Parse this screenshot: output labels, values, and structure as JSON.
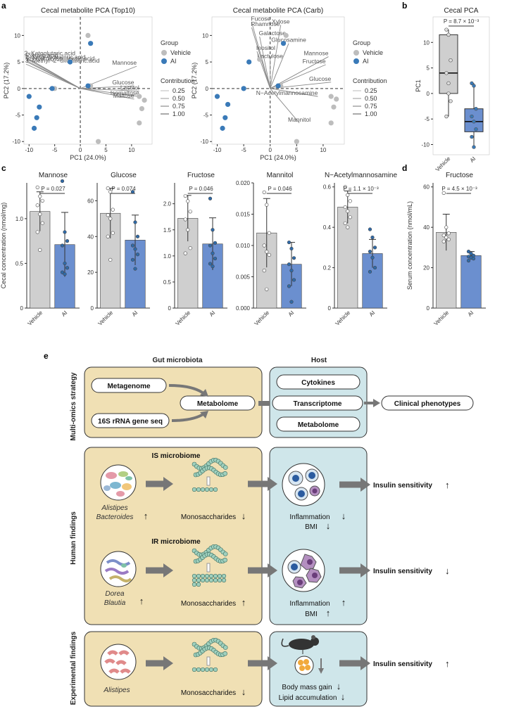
{
  "panels": {
    "a": "a",
    "b": "b",
    "c": "c",
    "d": "d",
    "e": "e"
  },
  "colors": {
    "vehicle": "#bdbdbd",
    "ai": "#3a7ab8",
    "bar_vehicle": "#cfcfcf",
    "bar_ai": "#6b8fcf",
    "microbiota_bg": "#f0e0b4",
    "host_bg": "#cfe6ea"
  },
  "chart_data": [
    {
      "type": "scatter",
      "title": "Cecal metabolite PCA (Top10)",
      "xlabel": "PC1 (24.0%)",
      "ylabel": "PC2 (17.2%)",
      "xlim": [
        -11,
        14
      ],
      "ylim": [
        -10.5,
        13.5
      ],
      "xticks": [
        "-10",
        "-5",
        "0",
        "5",
        "10"
      ],
      "yticks": [
        "10",
        "5",
        "0",
        "-5",
        "-10"
      ],
      "series": [
        {
          "name": "Vehicle",
          "points": [
            [
              1.5,
              10
            ],
            [
              -3,
              5.5
            ],
            [
              -5,
              0
            ],
            [
              2,
              0.5
            ],
            [
              11.5,
              -1.5
            ],
            [
              12.5,
              -2.2
            ],
            [
              12,
              -3.8
            ],
            [
              11.5,
              -6.5
            ],
            [
              3.5,
              -10
            ]
          ]
        },
        {
          "name": "AI",
          "points": [
            [
              -2,
              5
            ],
            [
              2,
              8.5
            ],
            [
              -5.5,
              0
            ],
            [
              -10,
              -1.5
            ],
            [
              -8,
              -3.5
            ],
            [
              -8.5,
              -5.5
            ],
            [
              -9,
              -7.5
            ],
            [
              1.5,
              0.5
            ]
          ]
        }
      ],
      "loadings": [
        {
          "label": "2−Ketoglutaric.acid",
          "x": -10.8,
          "y": 6
        },
        {
          "label": "Pyruvic acid",
          "x": -10.5,
          "y": 5.6
        },
        {
          "label": "2−Keto−isovaleric.acid",
          "x": -10.6,
          "y": 5.3
        },
        {
          "label": "2−Hydroxyisocaproic.acid",
          "x": -10.4,
          "y": 5.0
        },
        {
          "label": "3−Methyl−2−oxovaleric.acid",
          "x": -10.6,
          "y": 4.6
        },
        {
          "label": "Mannose",
          "x": 11,
          "y": 4.2
        },
        {
          "label": "Glucose",
          "x": 10.5,
          "y": 0.5
        },
        {
          "label": "Lactitol",
          "x": 11.5,
          "y": -0.5
        },
        {
          "label": "Isomaltose",
          "x": 11.5,
          "y": -1.5
        },
        {
          "label": "Maltose",
          "x": 10.5,
          "y": -2.0
        }
      ],
      "legend": {
        "title": "Group",
        "items": [
          "Vehicle",
          "AI"
        ],
        "contrib_title": "Contribution",
        "contrib": [
          "0.25",
          "0.50",
          "0.75",
          "1.00"
        ]
      }
    },
    {
      "type": "scatter",
      "title": "Cecal metabolite PCA (Carb)",
      "xlabel": "PC1 (24.0%)",
      "ylabel": "PC2 (17.2%)",
      "xlim": [
        -11,
        14
      ],
      "ylim": [
        -10.5,
        13.5
      ],
      "xticks": [
        "-10",
        "-5",
        "0",
        "5",
        "10"
      ],
      "yticks": [
        "10",
        "5",
        "0",
        "-5",
        "-10"
      ],
      "series": [
        {
          "name": "Vehicle",
          "points": [
            [
              3,
              10
            ],
            [
              -2,
              5.5
            ],
            [
              -5,
              0
            ],
            [
              2,
              0.5
            ],
            [
              11.5,
              -1.5
            ],
            [
              12.5,
              -2
            ],
            [
              12,
              -3.5
            ],
            [
              11.5,
              -6.5
            ],
            [
              5,
              -10
            ]
          ]
        },
        {
          "name": "AI",
          "points": [
            [
              -4,
              5
            ],
            [
              2.5,
              8.5
            ],
            [
              -5,
              0
            ],
            [
              -10,
              -1.5
            ],
            [
              -8,
              -3
            ],
            [
              -8.5,
              -5.5
            ],
            [
              -9,
              -7.5
            ],
            [
              1.5,
              0.5
            ]
          ]
        }
      ],
      "loadings": [
        {
          "label": "Fucose",
          "x": -3.5,
          "y": 12.5
        },
        {
          "label": "Xylose",
          "x": 2,
          "y": 12
        },
        {
          "label": "Rhamnose",
          "x": -3.5,
          "y": 11.5
        },
        {
          "label": "Galactose",
          "x": -2,
          "y": 9.8
        },
        {
          "label": "Glucosamine",
          "x": 3.5,
          "y": 8.5
        },
        {
          "label": "Inositol",
          "x": -2.5,
          "y": 7
        },
        {
          "label": "Lactulose",
          "x": 0,
          "y": 5.5
        },
        {
          "label": "Mannose",
          "x": 11,
          "y": 6
        },
        {
          "label": "Fructose",
          "x": 10.5,
          "y": 4.5
        },
        {
          "label": "Glucose",
          "x": 11.5,
          "y": 1.2
        },
        {
          "label": "N−Acetylmannosamine",
          "x": 9,
          "y": -1.5
        },
        {
          "label": "Mannitol",
          "x": 5.5,
          "y": -6.5
        }
      ],
      "legend": {
        "title": "Group",
        "items": [
          "Vehicle",
          "AI"
        ],
        "contrib_title": "Contribution",
        "contrib": [
          "0.25",
          "0.50",
          "0.75",
          "1.00"
        ]
      }
    },
    {
      "type": "box",
      "title": "Cecal PCA",
      "ylabel": "PC1",
      "ylim": [
        -12,
        15
      ],
      "yticks": [
        "10",
        "5",
        "0",
        "-5",
        "-10"
      ],
      "categories": [
        "Vehicle",
        "AI"
      ],
      "stat": "P = 8.7 × 10⁻³",
      "boxes": [
        {
          "q1": 0,
          "median": 4,
          "q3": 11.5,
          "lo": -4.5,
          "hi": 12.5,
          "points": [
            12.5,
            11.5,
            6.5,
            4,
            0,
            -1.5,
            -4.5,
            2
          ]
        },
        {
          "q1": -7.5,
          "median": -5.5,
          "q3": -3,
          "lo": -10.5,
          "hi": 2,
          "points": [
            2,
            1.5,
            -3,
            -4.5,
            -5.5,
            -7,
            -8.5,
            -10.5
          ]
        }
      ]
    },
    {
      "type": "bar",
      "title": "Mannose",
      "ylabel": "Cecal concentration (nmol/mg)",
      "ylim": [
        0,
        1.4
      ],
      "yticks": [
        "0",
        "0.5",
        "1.0"
      ],
      "categories": [
        "Vehicle",
        "AI"
      ],
      "stat": "P = 0.027",
      "values": [
        1.08,
        0.71
      ],
      "errors": [
        0.22,
        0.36
      ],
      "points": [
        [
          1.35,
          1.25,
          1.2,
          1.15,
          1.05,
          0.95,
          0.85,
          0.65
        ],
        [
          1.42,
          0.85,
          0.75,
          0.7,
          0.5,
          0.45,
          0.4,
          0.38
        ]
      ]
    },
    {
      "type": "bar",
      "title": "Glucose",
      "ylim": [
        0,
        70
      ],
      "yticks": [
        "0",
        "20",
        "40",
        "60"
      ],
      "categories": [
        "Vehicle",
        "AI"
      ],
      "stat": "P = 0.074",
      "values": [
        53,
        38
      ],
      "errors": [
        14,
        14
      ],
      "points": [
        [
          67,
          65,
          55,
          52,
          50,
          42,
          40,
          27
        ],
        [
          65,
          48,
          40,
          35,
          33,
          30,
          27,
          22
        ]
      ]
    },
    {
      "type": "bar",
      "title": "Fructose",
      "ylim": [
        0,
        2.4
      ],
      "yticks": [
        "0",
        "0.5",
        "1.0",
        "1.5",
        "2.0"
      ],
      "categories": [
        "Vehicle",
        "AI"
      ],
      "stat": "P = 0.046",
      "values": [
        1.72,
        1.23
      ],
      "errors": [
        0.44,
        0.5
      ],
      "points": [
        [
          2.15,
          2.05,
          1.85,
          1.7,
          1.5,
          1.15,
          1.05
        ],
        [
          2.1,
          1.5,
          1.25,
          1.2,
          1.05,
          0.95,
          0.85,
          0.8
        ]
      ]
    },
    {
      "type": "bar",
      "title": "Mannitol",
      "ylim": [
        0,
        0.02
      ],
      "yticks": [
        "0.000",
        "0.005",
        "0.010",
        "0.015",
        "0.020"
      ],
      "categories": [
        "Vehicle",
        "AI"
      ],
      "stat": "P = 0.046",
      "values": [
        0.012,
        0.007
      ],
      "errors": [
        0.0055,
        0.0035
      ],
      "points": [
        [
          0.0185,
          0.0165,
          0.012,
          0.01,
          0.009,
          0.0085,
          0.006,
          0.003
        ],
        [
          0.0105,
          0.0095,
          0.008,
          0.007,
          0.006,
          0.0045,
          0.0035,
          0.001
        ]
      ]
    },
    {
      "type": "bar",
      "title": "N−Acetylmannosamine",
      "ylim": [
        0,
        0.62
      ],
      "yticks": [
        "0",
        "0.2",
        "0.4",
        "0.6"
      ],
      "categories": [
        "Vehicle",
        "AI"
      ],
      "stat": "P = 1.1 × 10⁻³",
      "values": [
        0.5,
        0.27
      ],
      "errors": [
        0.08,
        0.07
      ],
      "points": [
        [
          0.6,
          0.56,
          0.53,
          0.5,
          0.48,
          0.45,
          0.42,
          0.4
        ],
        [
          0.39,
          0.35,
          0.3,
          0.28,
          0.25,
          0.2,
          0.18
        ]
      ]
    },
    {
      "type": "bar",
      "title": "Fructose",
      "ylabel": "Serum concentration (nmol/mL)",
      "ylim": [
        0,
        62
      ],
      "yticks": [
        "0",
        "20",
        "40",
        "60"
      ],
      "categories": [
        "Vehicle",
        "AI"
      ],
      "stat": "P = 4.5 × 10⁻³",
      "values": [
        37.5,
        26
      ],
      "errors": [
        9,
        2
      ],
      "points": [
        [
          57,
          40,
          37,
          36,
          35,
          34,
          33
        ],
        [
          28,
          27,
          26,
          25.5,
          25,
          24.5,
          23.5
        ]
      ]
    }
  ],
  "diagram": {
    "col_microbiota": "Gut microbiota",
    "col_host": "Host",
    "rows": {
      "multiomics": "Multi-omics strategy",
      "human": "Human findings",
      "experimental": "Experimental findings"
    },
    "multiomics": {
      "metagenome": "Metagenome",
      "rrna": "16S rRNA gene seq",
      "metabolome_mb": "Metabolome",
      "cytokines": "Cytokines",
      "transcriptome": "Transcriptome",
      "metabolome_host": "Metabolome",
      "clinical": "Clinical phenotypes"
    },
    "is": {
      "title": "IS microbiome",
      "taxa1": "Alistipes",
      "taxa2": "Bacteroides",
      "mono": "Monosaccharides",
      "inflammation": "Inflammation",
      "bmi": "BMI",
      "outcome": "Insulin sensitivity"
    },
    "ir": {
      "title": "IR microbiome",
      "taxa1": "Dorea",
      "taxa2": "Blautia",
      "mono": "Monosaccharides",
      "inflammation": "Inflammation",
      "bmi": "BMI",
      "outcome": "Insulin sensitivity"
    },
    "exp": {
      "taxa1": "Alistipes",
      "mono": "Monosaccharides",
      "bodymass": "Body mass gain",
      "lipid": "Lipid accumulation",
      "outcome": "Insulin sensitivity"
    },
    "arrows": {
      "up": "↑",
      "down": "↓"
    }
  }
}
